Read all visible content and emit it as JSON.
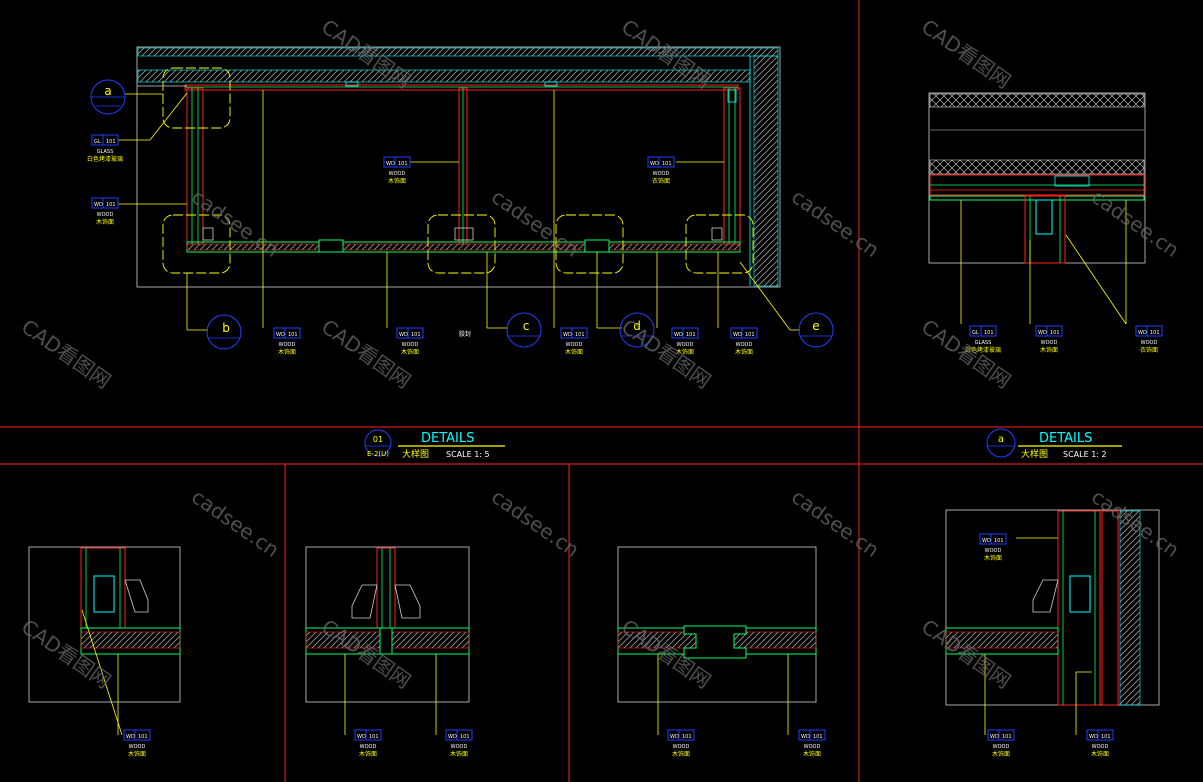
{
  "detail_title_main": "DETAILS",
  "detail_num_main": "01",
  "detail_ref_main": "E-2(U)",
  "detail_sub_main": "大样图",
  "detail_scale_main": "SCALE 1:  5",
  "detail_title_side": "DETAILS",
  "detail_num_side": "a",
  "detail_sub_side": "大样图",
  "detail_scale_side": "SCALE 1:  2",
  "bubbles": {
    "a": "a",
    "b": "b",
    "c": "c",
    "d": "d",
    "e": "e"
  },
  "tag_gl": {
    "code": "GL",
    "num": "101",
    "en": "GLASS",
    "cn": "白色烤漆玻璃"
  },
  "tag_wd": {
    "code": "WD",
    "num": "101",
    "en": "WOOD",
    "cn": "木饰面"
  },
  "tag_wd_cn_alt": "衣饰面",
  "mark_text": "胶封",
  "watermark_cad": "CAD看图网",
  "watermark_site": "cadsee.cn",
  "colors": {
    "frame": "#ff2020",
    "yellow": "#ffff00",
    "green": "#00ff60",
    "cyan": "#00ffff",
    "blue": "#2040ff",
    "white": "#ffffff"
  }
}
